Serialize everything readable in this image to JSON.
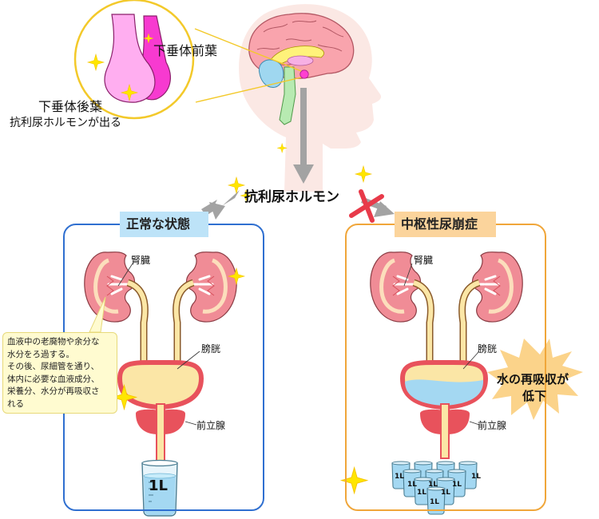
{
  "pituitary": {
    "anterior_label": "下垂体前葉",
    "posterior_label": "下垂体後葉",
    "posterior_sub_label": "抗利尿ホルモンが出る"
  },
  "hormone_label": "抗利尿ホルモン",
  "panels": {
    "normal": {
      "title": "正常な状態",
      "kidney_label": "腎臓",
      "bladder_label": "膀胱",
      "prostate_label": "前立腺",
      "beaker_label": "1L",
      "note_lines": [
        "血液中の老廃物や余分な",
        "水分をろ過する。",
        "その後、尿細管を通り、",
        "体内に必要な血液成分、",
        "栄養分、水分が再吸収さ",
        "れる"
      ]
    },
    "diabetes": {
      "title": "中枢性尿崩症",
      "kidney_label": "腎臓",
      "bladder_label": "膀胱",
      "prostate_label": "前立腺",
      "burst_lines": [
        "水の再吸収が",
        "低下"
      ],
      "beaker_label": "1L"
    }
  },
  "colors": {
    "normal_border": "#2f6fd0",
    "normal_title_bg": "#bde3f8",
    "diabetes_border": "#f0a63a",
    "diabetes_title_bg": "#fbd49c",
    "kidney": "#f08c96",
    "bladder_wall": "#e8525c",
    "urine": "#fbe6a6",
    "water": "#a4d8f2",
    "sparkle": "#ffe600",
    "pituitary_anterior": "#f73ad0",
    "pituitary_posterior": "#ffaef0",
    "block_mark": "#e83a4a"
  }
}
